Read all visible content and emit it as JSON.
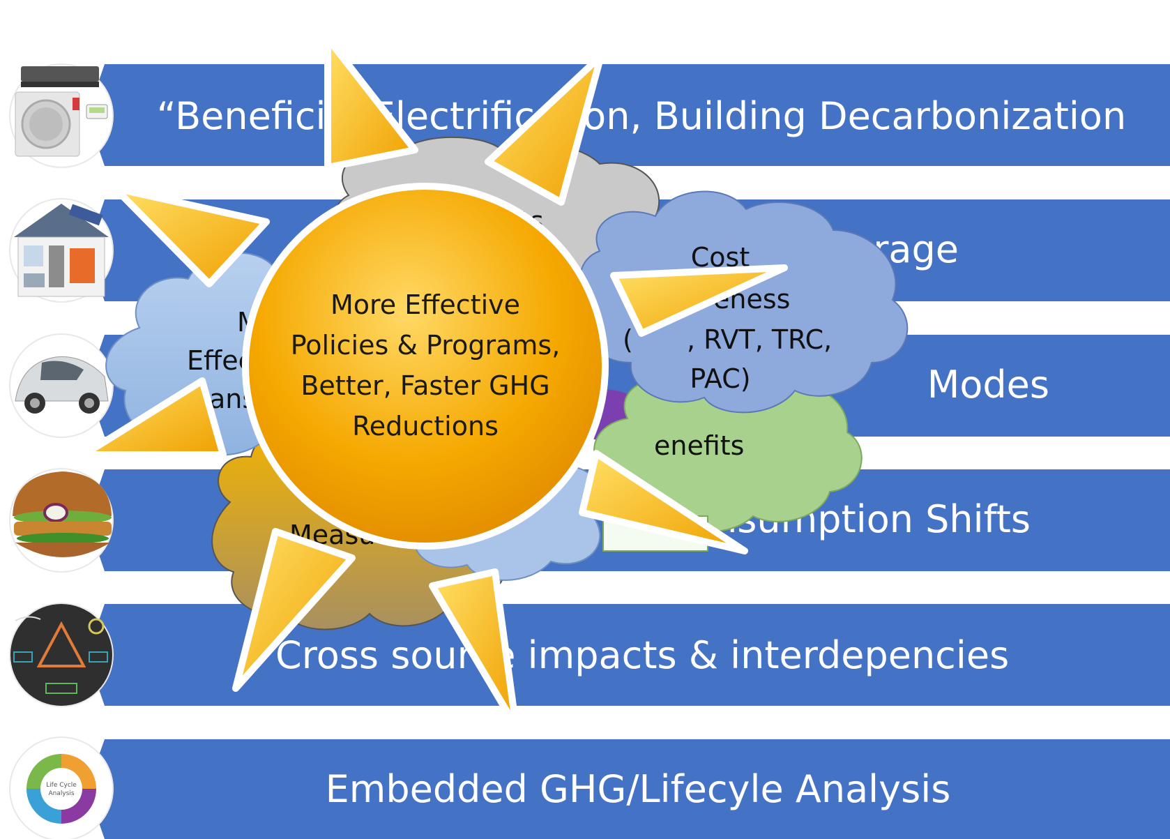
{
  "bands": [
    {
      "label": "“Beneficial Electrification, Building Decarbonization",
      "icon": "heat-pump-icon"
    },
    {
      "label": "Storage",
      "icon": "smart-home-icon"
    },
    {
      "label": "Modes",
      "icon": "electric-car-icon"
    },
    {
      "label": "Consumption Shifts",
      "icon": "veggie-burger-icon"
    },
    {
      "label": "Cross source impacts & interdepencies",
      "icon": "systems-theory-icon"
    },
    {
      "label": "Embedded GHG/Lifecyle Analysis",
      "icon": "life-cycle-icon"
    }
  ],
  "clouds": {
    "left": [
      "M",
      "Effec",
      "ans"
    ],
    "top": [
      "ts"
    ],
    "bottom_left": [
      "Measu"
    ],
    "green": [
      "enefits"
    ],
    "right": [
      "Cost",
      "eness",
      "(",
      ", RVT, TRC,",
      "PAC)"
    ]
  },
  "sun": {
    "lines": [
      "More Effective",
      "Policies & Programs,",
      "Better, Faster GHG",
      "Reductions"
    ]
  },
  "colors": {
    "band": "#4472c4",
    "sun_core": "#f5a100",
    "ray": "#f7b500",
    "cloud_blue": "#a9c4e8",
    "cloud_gray": "#c8c8c8",
    "cloud_periwinkle": "#8ea9db",
    "cloud_green": "#a9d18e",
    "cloud_gold": "#e0ac28"
  }
}
